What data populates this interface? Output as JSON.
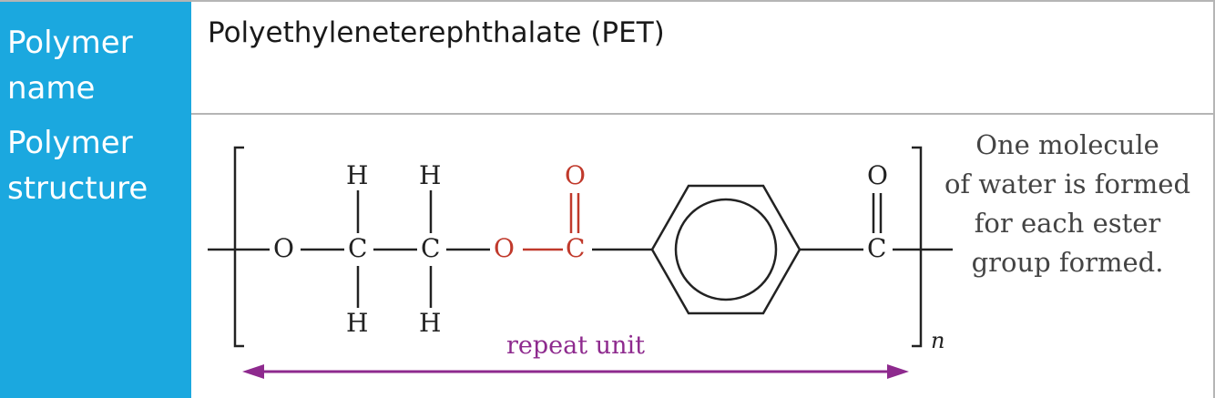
{
  "rows": {
    "name": {
      "label_line1": "Polymer",
      "label_line2": "name",
      "value": "Polyethyleneterephthalate (PET)"
    },
    "structure": {
      "label_line1": "Polymer",
      "label_line2": "structure"
    }
  },
  "structure": {
    "atoms": {
      "o1": "O",
      "c1": "C",
      "c2": "C",
      "h_top_1": "H",
      "h_top_2": "H",
      "h_bot_1": "H",
      "h_bot_2": "H",
      "o_ester": "O",
      "c_carbonyl": "C",
      "o_carbonyl": "O",
      "c_end": "C",
      "o_end": "O"
    },
    "subscript": "n",
    "repeat_label": "repeat unit",
    "note": [
      "One molecule",
      "of water is formed",
      "for each ester",
      "group formed."
    ]
  },
  "colors": {
    "label_bg": "#1ba8df",
    "ester_red": "#c0392b",
    "repeat_purple": "#8e2a8e",
    "bond": "#222222"
  }
}
